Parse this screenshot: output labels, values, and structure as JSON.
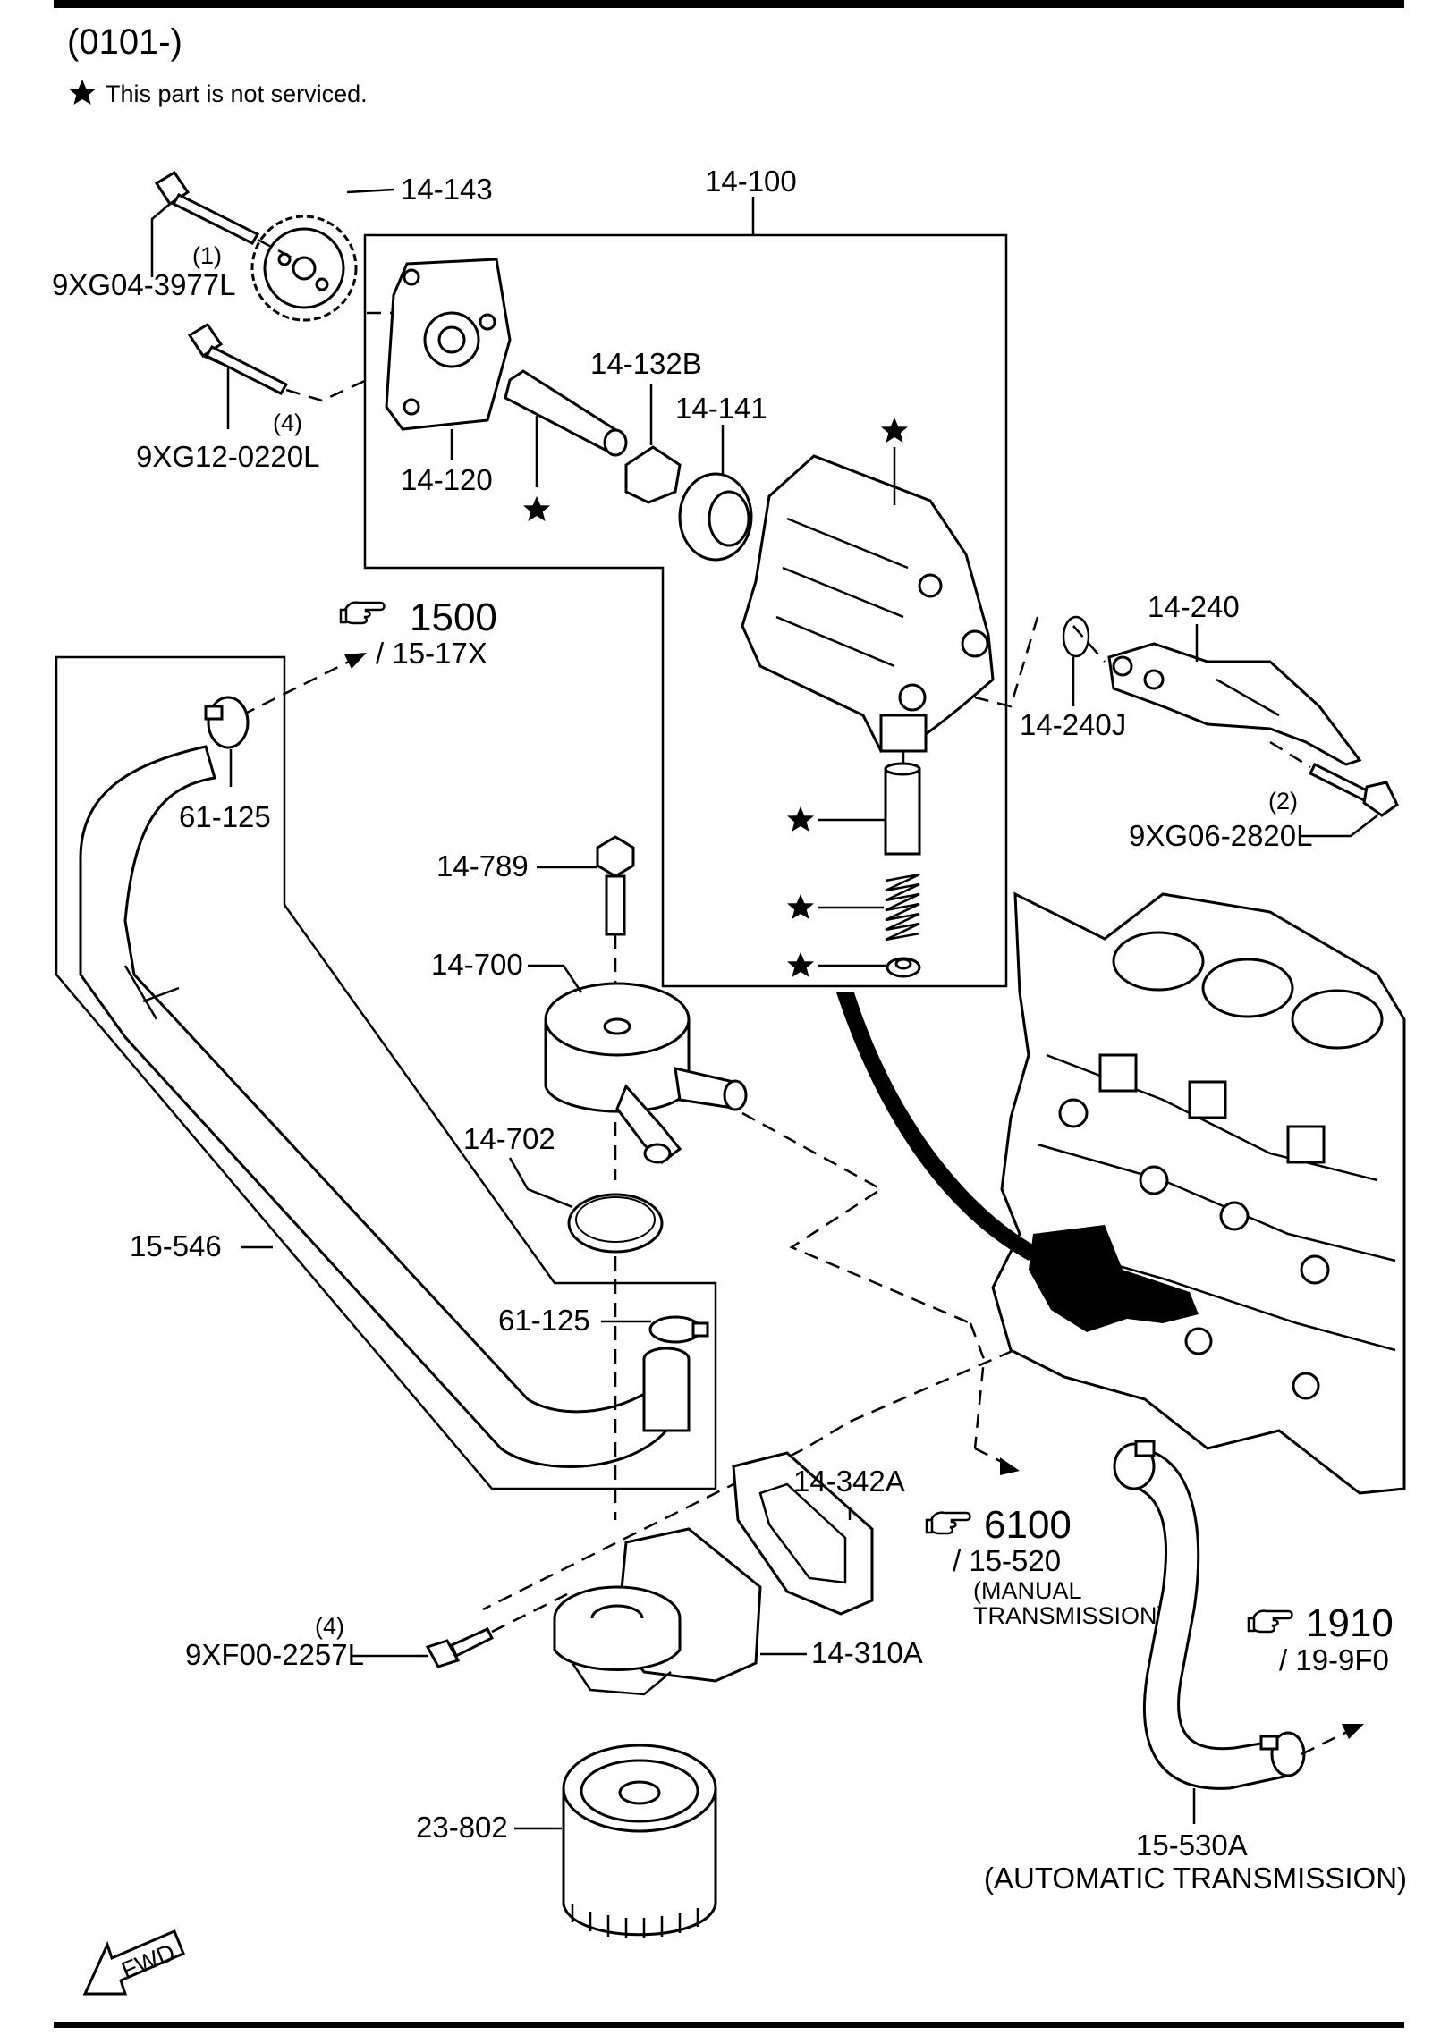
{
  "header": {
    "date_range": "(0101-)",
    "star_note": "This part is not serviced."
  },
  "parts": {
    "p14_143": "14-143",
    "p14_100": "14-100",
    "p9xg04": "9XG04-3977L",
    "p9xg04_qty": "(1)",
    "p9xg12": "9XG12-0220L",
    "p9xg12_qty": "(4)",
    "p14_132b": "14-132B",
    "p14_141": "14-141",
    "p14_120": "14-120",
    "p14_240": "14-240",
    "p14_240j": "14-240J",
    "p9xg06": "9XG06-2820L",
    "p9xg06_qty": "(2)",
    "p61_125_top": "61-125",
    "p14_789": "14-789",
    "p14_700": "14-700",
    "p14_702": "14-702",
    "p15_546": "15-546",
    "p61_125_bottom": "61-125",
    "p14_342a": "14-342A",
    "p9xf00": "9XF00-2257L",
    "p9xf00_qty": "(4)",
    "p14_310a": "14-310A",
    "p23_802": "23-802",
    "p15_530a": "15-530A",
    "p15_530a_note": "(AUTOMATIC TRANSMISSION)"
  },
  "refs": {
    "r1500": {
      "num": "1500",
      "sub": "/ 15-17X"
    },
    "r6100": {
      "num": "6100",
      "sub": "/ 15-520",
      "note1": "(MANUAL",
      "note2": "TRANSMISSION)"
    },
    "r1910": {
      "num": "1910",
      "sub": "/ 19-9F0"
    }
  },
  "fwd": "FWD",
  "icons": [
    "star-icon",
    "pointing-hand-icon",
    "fwd-arrow-icon"
  ]
}
